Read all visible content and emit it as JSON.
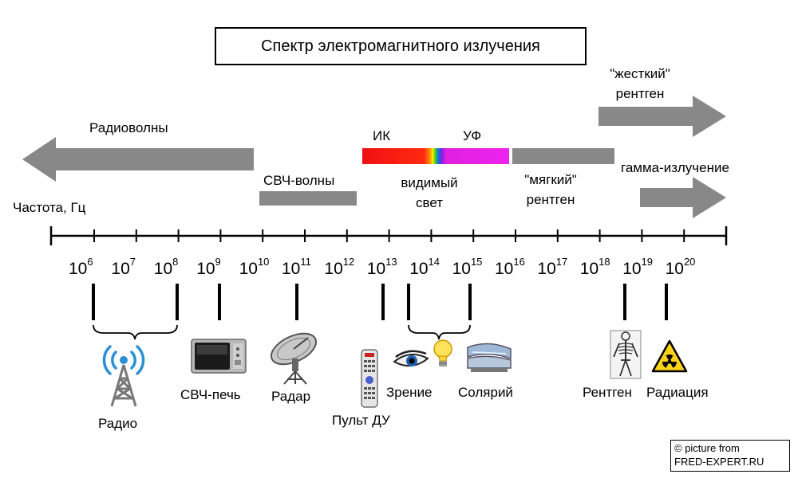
{
  "title": "Спектр электромагнитного излучения",
  "bands": {
    "radio_waves": "Радиоволны",
    "microwaves": "СВЧ-волны",
    "ir": "ИК",
    "uv": "УФ",
    "visible": "видимый\nсвет",
    "soft_xray": "\"мягкий\"\nрентген",
    "hard_xray": "\"жесткий\"\nрентген",
    "gamma": "гамма-излучение"
  },
  "axis": {
    "label": "Частота, Гц",
    "ticks": [
      {
        "base": "10",
        "exp": "6"
      },
      {
        "base": "10",
        "exp": "7"
      },
      {
        "base": "10",
        "exp": "8"
      },
      {
        "base": "10",
        "exp": "9"
      },
      {
        "base": "10",
        "exp": "10"
      },
      {
        "base": "10",
        "exp": "11"
      },
      {
        "base": "10",
        "exp": "12"
      },
      {
        "base": "10",
        "exp": "13"
      },
      {
        "base": "10",
        "exp": "14"
      },
      {
        "base": "10",
        "exp": "15"
      },
      {
        "base": "10",
        "exp": "16"
      },
      {
        "base": "10",
        "exp": "17"
      },
      {
        "base": "10",
        "exp": "18"
      },
      {
        "base": "10",
        "exp": "19"
      },
      {
        "base": "10",
        "exp": "20"
      }
    ]
  },
  "applications": {
    "radio": "Радио",
    "microwave_oven": "СВЧ-печь",
    "radar": "Радар",
    "remote": "Пульт ДУ",
    "vision": "Зрение",
    "solarium": "Солярий",
    "xray": "Рентген",
    "radiation": "Радиация"
  },
  "credit": {
    "line1": "© picture from",
    "line2": "FRED-EXPERT.RU"
  },
  "colors": {
    "band_gray": "#888888",
    "ir_red": "#ee1111",
    "uv_violet": "#ee22ee"
  }
}
